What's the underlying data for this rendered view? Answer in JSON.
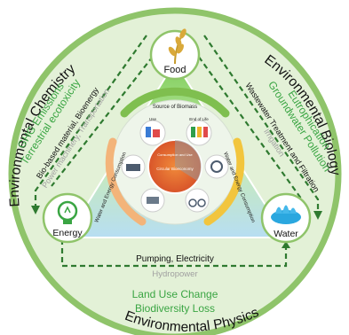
{
  "outer_labels": {
    "top_left": "Environmental Chemistry",
    "top_right": "Environmental Biology",
    "bottom": "Environmental Physics"
  },
  "nodes": {
    "food": "Food",
    "energy": "Energy",
    "water": "Water"
  },
  "left_side": {
    "impact_1": "GHG Emissions",
    "impact_2": "Terrestrial ecotoxicity",
    "link_1": "Bio-based material, Bioenergy",
    "link_2": "Power machinery, Transportation"
  },
  "right_side": {
    "impact_1": "Eutrophication",
    "impact_2": "Groundwater Pollution",
    "link_1": "Wastewater Treatment and Filtration",
    "link_2": "Irrigation"
  },
  "bottom_side": {
    "link_1": "Pumping, Electricity",
    "link_2": "Hydropower",
    "impact_1": "Land Use Change",
    "impact_2": "Biodiversity Loss"
  },
  "inner": {
    "top_arc": "Source of Biomass",
    "left_arc": "Water and Energy Consumption",
    "right_arc": "Water and Energy Consumption",
    "center_label": "Circular Bioeconomy",
    "use": "Use",
    "end_of_life": "End of Life",
    "consumption": "Consumption and Use"
  },
  "colors": {
    "circle_fill": "#e3f1d7",
    "circle_stroke": "#8fc46a",
    "dashed": "#2f7a30",
    "green_text": "#3aa543",
    "grey_text": "#a0a0a0",
    "triangle": "#8ed36e",
    "water_blue": "#2aa7df",
    "orange": "#f39a2b"
  }
}
